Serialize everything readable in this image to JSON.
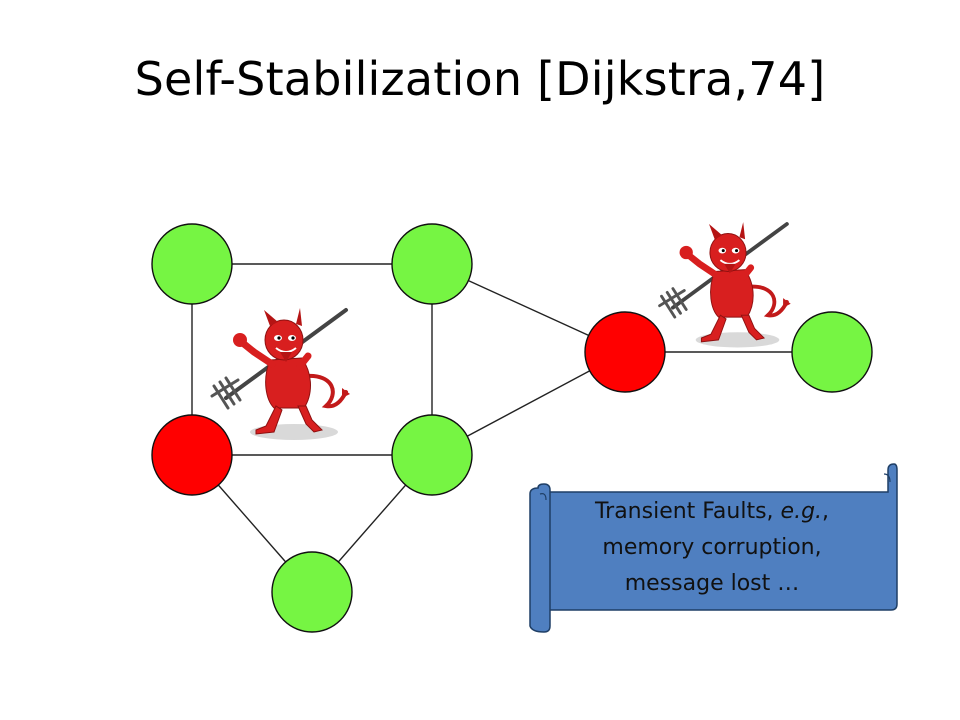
{
  "slide": {
    "title": "Self-Stabilization [Dijkstra,74]"
  },
  "colors": {
    "correct_node": "#76f543",
    "faulty_node": "#ff0000",
    "node_stroke": "#111111",
    "edge": "#222222",
    "scroll_fill": "#4f7fc0",
    "scroll_stroke": "#1f3f66",
    "devil_red": "#d81f1f"
  },
  "graph": {
    "nodes": [
      {
        "id": "n1",
        "state": "correct"
      },
      {
        "id": "n2",
        "state": "correct"
      },
      {
        "id": "n3",
        "state": "faulty"
      },
      {
        "id": "n4",
        "state": "correct"
      },
      {
        "id": "n5",
        "state": "correct"
      },
      {
        "id": "n6",
        "state": "faulty"
      },
      {
        "id": "n7",
        "state": "correct"
      }
    ],
    "edges": [
      [
        "n1",
        "n2"
      ],
      [
        "n1",
        "n3"
      ],
      [
        "n2",
        "n4"
      ],
      [
        "n3",
        "n4"
      ],
      [
        "n3",
        "n5"
      ],
      [
        "n4",
        "n5"
      ],
      [
        "n2",
        "n6"
      ],
      [
        "n4",
        "n6"
      ],
      [
        "n6",
        "n7"
      ]
    ]
  },
  "icons": {
    "devil": "devil-with-trident-icon"
  },
  "callout": {
    "line1_prefix": "Transient Faults, ",
    "line1_italic": "e.g.",
    "line1_suffix": ",",
    "line2": "memory corruption,",
    "line3": "message lost …"
  }
}
